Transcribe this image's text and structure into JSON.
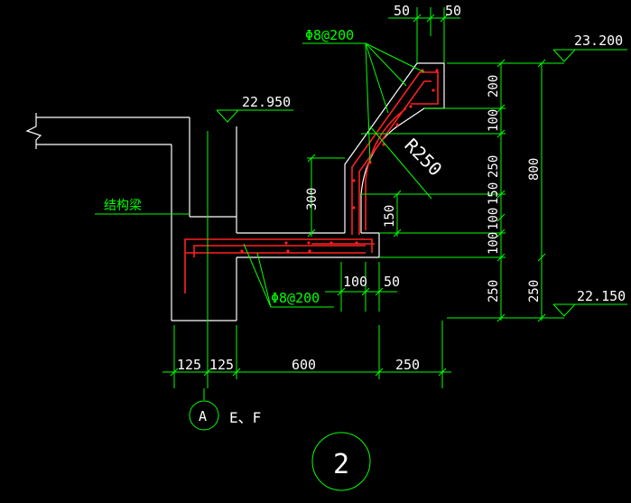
{
  "colors": {
    "background": "#000000",
    "outline": "#ffffff",
    "rebar": "#ff2020",
    "dimension": "#00ff00",
    "text_white": "#ffffff"
  },
  "elevations": {
    "top": "23.200",
    "left": "22.950",
    "bottom": "22.150"
  },
  "rebar_labels": {
    "top": "Φ8@200",
    "bottom": "Φ8@200"
  },
  "labels": {
    "beam": "结构梁",
    "radius": "R250"
  },
  "dims_top": [
    "50",
    "50"
  ],
  "dims_right_inner": [
    "200",
    "100",
    "250",
    "100",
    "150",
    "100",
    "250"
  ],
  "dims_right_outer": [
    "800",
    "250"
  ],
  "dims_mid": {
    "vertical_300": "300",
    "vertical_150": "150",
    "horizontal_100": "100",
    "horizontal_50": "50"
  },
  "dims_bottom": [
    "125",
    "125",
    "600",
    "250"
  ],
  "axis": {
    "bubble": "A",
    "note": "E、F"
  },
  "detail_number": "2"
}
